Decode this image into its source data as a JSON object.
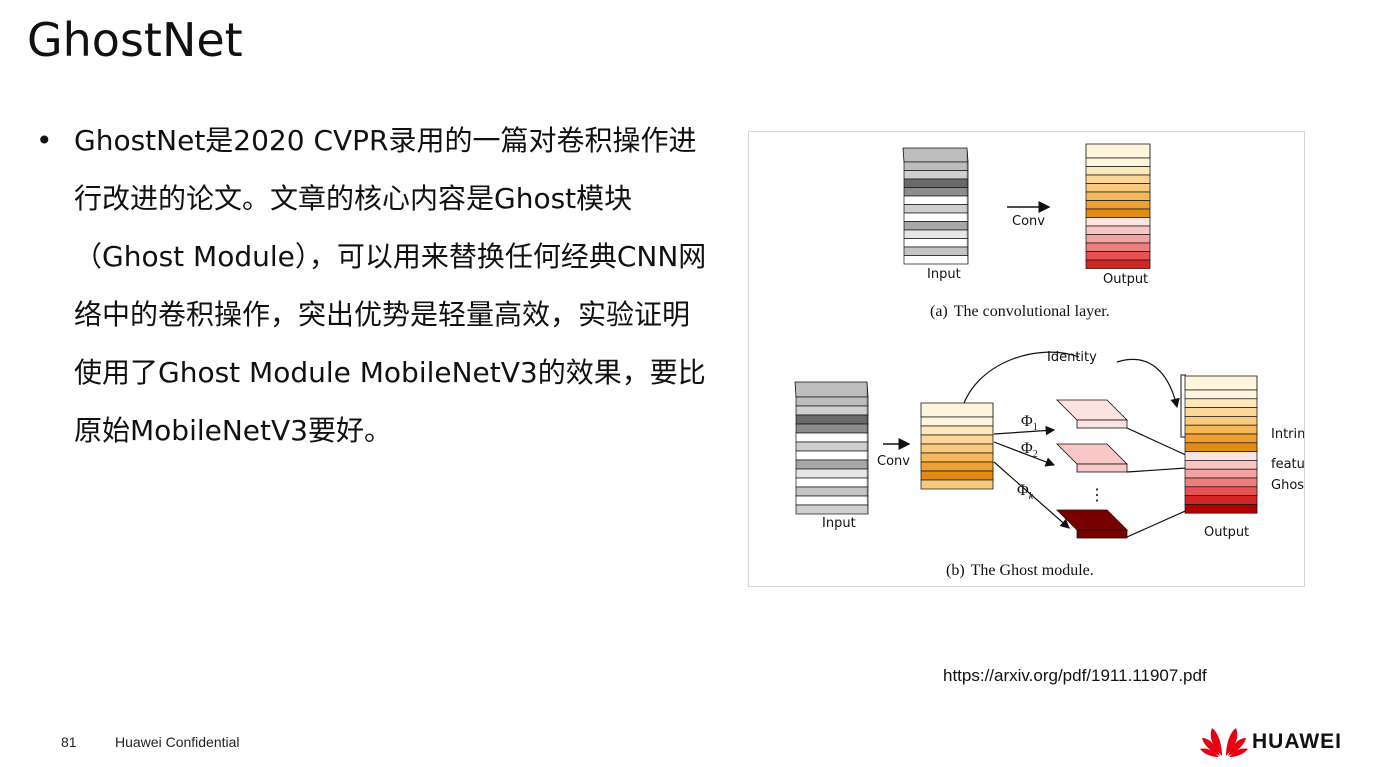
{
  "slide": {
    "title": "GhostNet",
    "bullet": "GhostNet是2020 CVPR录用的一篇对卷积操作进行改进的论文。文章的核心内容是Ghost模块（Ghost Module），可以用来替换任何经典CNN网络中的卷积操作，突出优势是轻量高效，实验证明使用了Ghost Module MobileNetV3的效果，要比原始MobileNetV3要好。",
    "source_url": "https://arxiv.org/pdf/1911.11907.pdf"
  },
  "figure": {
    "part_a": {
      "input_label": "Input",
      "conv_label": "Conv",
      "output_label": "Output",
      "caption_prefix": "(a)",
      "caption": "The convolutional layer."
    },
    "part_b": {
      "input_label": "Input",
      "conv_label": "Conv",
      "identity_label": "Identity",
      "phi1": "Φ",
      "phi1_sub": "1",
      "phi2": "Φ",
      "phi2_sub": "2",
      "phik": "Φ",
      "phik_sub": "k",
      "dots": "⋮",
      "intrinsic_label_1": "Intrinsic",
      "intrinsic_label_2": "feature",
      "ghost_label": "Ghost feature",
      "output_label": "Output",
      "caption_prefix": "(b)",
      "caption_text": "The Ghost module."
    },
    "colors": {
      "gray_stack": [
        "#bdbdbd",
        "#d0d0d0",
        "#6a6a6a",
        "#8c8c8c",
        "#ffffff",
        "#cfcfcf",
        "#ffffff",
        "#a8a8a8",
        "#e6e6e6",
        "#ffffff",
        "#c4c4c4",
        "#ffffff"
      ],
      "orange_stack": [
        "#fff4dc",
        "#fde7bd",
        "#fbd79a",
        "#f9c97c",
        "#f6b95a",
        "#efa035",
        "#e18a14"
      ],
      "red_stack": [
        "#fde3e3",
        "#f9c4c4",
        "#f4a3a3",
        "#ee7f7f",
        "#e65252",
        "#d42525",
        "#b00000"
      ],
      "ghost_light": "#fde2e2",
      "ghost_mid": "#f8c7c7",
      "ghost_dark": "#7a0000"
    }
  },
  "footer": {
    "page_number": "81",
    "confidential": "Huawei Confidential",
    "brand": "HUAWEI"
  }
}
